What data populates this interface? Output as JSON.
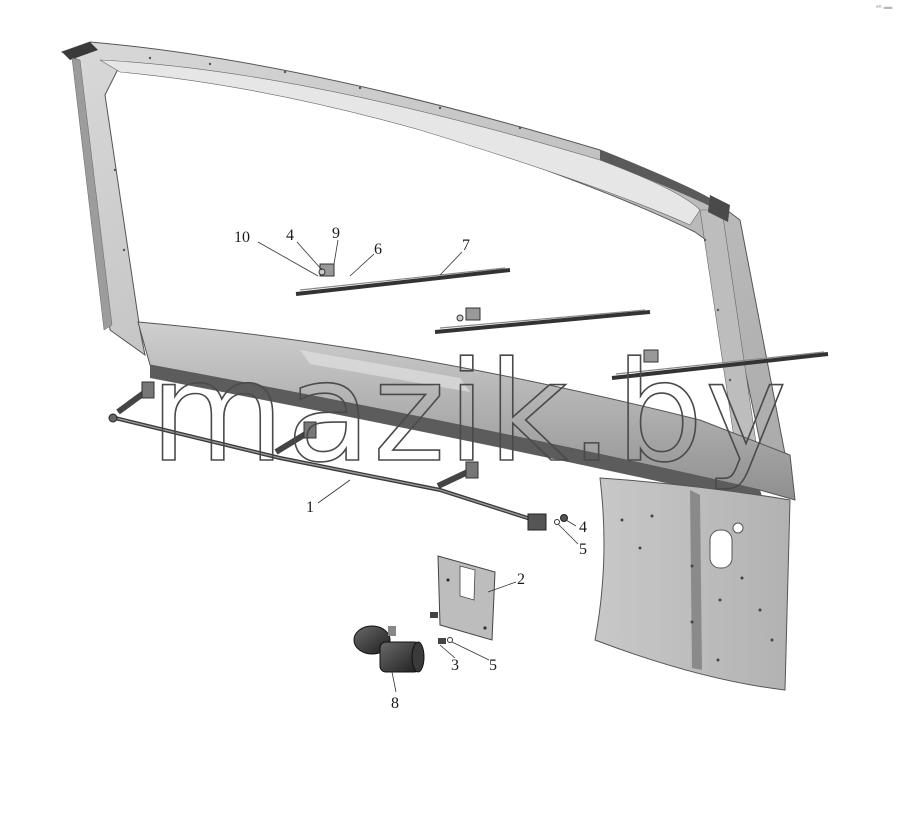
{
  "watermark": "mazik.by",
  "corner_mark": "ᵃ⁰ ══",
  "callouts": {
    "c1": "1",
    "c2": "2",
    "c3": "3",
    "c4a": "4",
    "c4b": "4",
    "c5a": "5",
    "c5b": "5",
    "c6": "6",
    "c7": "7",
    "c8": "8",
    "c9": "9",
    "c10": "10"
  }
}
